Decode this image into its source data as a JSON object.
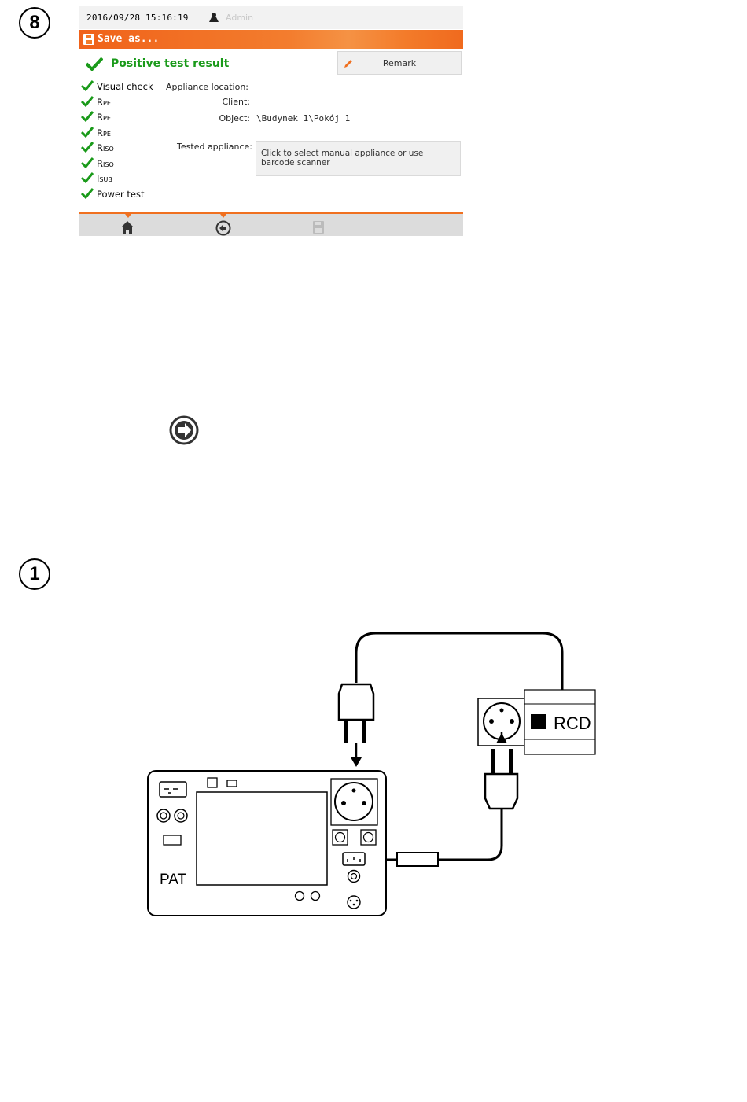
{
  "steps": {
    "step8": "8",
    "step1": "1"
  },
  "device_screen": {
    "status": {
      "datetime": "2016/09/28 15:16:19",
      "user": "Admin",
      "user_icon": "user-icon"
    },
    "header": {
      "title": "Save as...",
      "icon": "save-icon"
    },
    "result": {
      "label": "Positive test result",
      "icon": "check-icon"
    },
    "remark_button": {
      "label": "Remark",
      "icon": "pencil-icon"
    },
    "checks": [
      {
        "main": "Visual check",
        "sub": ""
      },
      {
        "main": "R",
        "sub": "PE"
      },
      {
        "main": "R",
        "sub": "PE"
      },
      {
        "main": "R",
        "sub": "PE"
      },
      {
        "main": "R",
        "sub": "ISO"
      },
      {
        "main": "R",
        "sub": "ISO"
      },
      {
        "main": "I",
        "sub": "SUB"
      },
      {
        "main": "Power test",
        "sub": ""
      }
    ],
    "fields": {
      "appliance_location_label": "Appliance location:",
      "client_label": "Client:",
      "object_label": "Object:",
      "object_value": "\\Budynek 1\\Pokój 1",
      "tested_appliance_label": "Tested appliance:",
      "tested_appliance_placeholder": "Click to select manual appliance or use barcode scanner"
    },
    "bottom_bar": {
      "icons": [
        "home-icon",
        "back-icon",
        "save-icon"
      ],
      "colors": {
        "accent": "#f07020",
        "ok": "#1a9a1a"
      }
    }
  },
  "next_icon": "next-arrow-icon",
  "diagram": {
    "rcd_label": "RCD",
    "pat_label": "PAT"
  }
}
